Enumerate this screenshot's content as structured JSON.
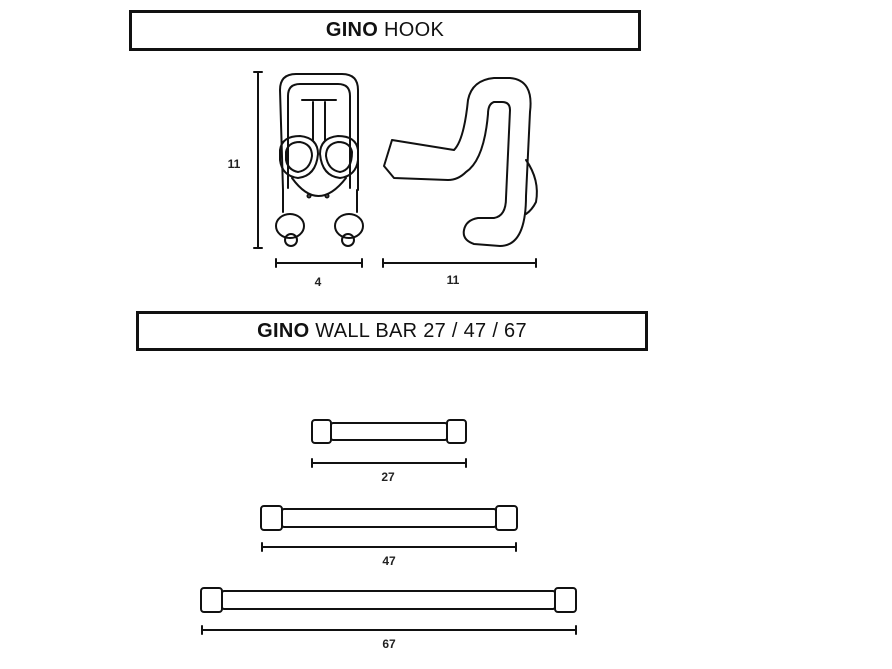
{
  "hook_section": {
    "title_bold": "GINO",
    "title_rest": "HOOK",
    "height_label": "11",
    "width_label": "4",
    "depth_label": "11"
  },
  "bar_section": {
    "title_bold": "GINO",
    "title_rest": "WALL BAR 27 / 47 / 67",
    "bars": [
      {
        "label": "27"
      },
      {
        "label": "47"
      },
      {
        "label": "67"
      }
    ]
  }
}
